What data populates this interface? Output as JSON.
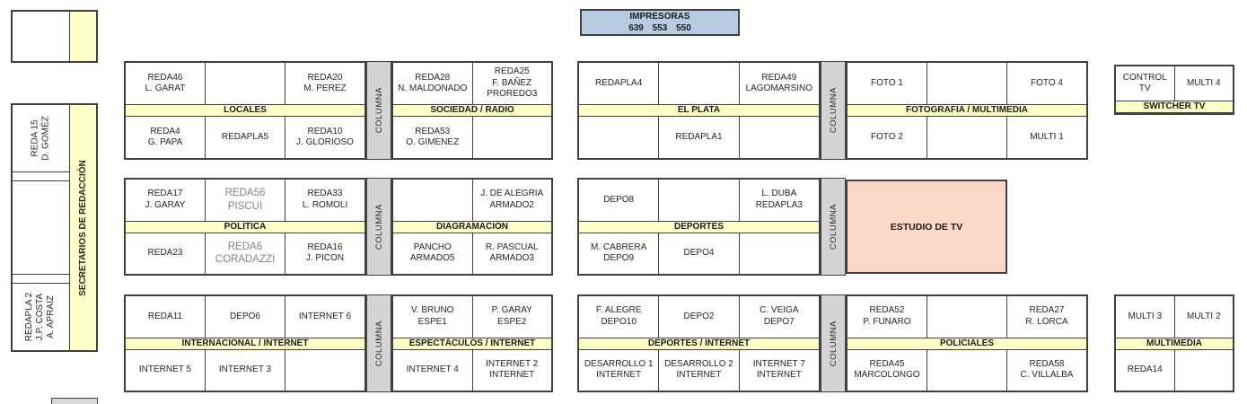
{
  "printer_box": {
    "line1": "IMPRESORAS",
    "line2": "639 553 550"
  },
  "columna_label": "COLUMNA",
  "left_column": {
    "strip_label": "SECRETARIOS DE REDACCIÓN",
    "top_cell": "REDA 15\nD. GOMÉZ",
    "bottom_cell": "REDAPLA 2\nJ.P. COSTA\nA. APRAIZ"
  },
  "estudio_label": "ESTUDIO DE TV",
  "groups": {
    "locales": {
      "label": "LOCALES",
      "top": [
        "REDA46\nL. GARAT",
        "",
        "REDA20\nM. PEREZ"
      ],
      "bottom": [
        "REDA4\nG. PAPA",
        "REDAPLA5",
        "REDA10\nJ. GLORIOSO"
      ]
    },
    "sociedad_radio": {
      "label": "SOCIEDAD / RADIO",
      "top": [
        "REDA28\nN. MALDONADO",
        "REDA25\nF. BAÑEZ\nPROREDO3"
      ],
      "bottom": [
        "REDA53\nO. GIMENEZ",
        ""
      ]
    },
    "el_plata": {
      "label": "EL PLATA",
      "top": [
        "REDAPLA4",
        "",
        "REDA49\nLAGOMARSINO"
      ],
      "bottom": [
        "",
        "REDAPLA1",
        ""
      ]
    },
    "fotografia_multimedia": {
      "label": "FOTOGRAFÍA / MULTIMEDIA",
      "top": [
        "FOTO 1",
        "",
        "FOTO 4"
      ],
      "bottom": [
        "FOTO 2",
        "",
        "MULTI 1"
      ]
    },
    "switcher_tv": {
      "label": "SWITCHER TV",
      "top": [
        "CONTROL TV",
        "MULTI 4"
      ]
    },
    "politica": {
      "label": "POLÍTICA",
      "top": [
        "REDA17\nJ. GARAY",
        "REDA56\nPISCUI",
        "REDA33\nL. ROMOLI"
      ],
      "bottom": [
        "REDA23",
        "REDA6\nCORADAZZI",
        "REDA16\nJ. PICON"
      ]
    },
    "diagramacion": {
      "label": "DIAGRAMACIÓN",
      "top": [
        "",
        "J. DE ALEGRIA\nARMADO2"
      ],
      "bottom": [
        "PANCHO\nARMADO5",
        "R. PASCUAL\nARMADO3"
      ]
    },
    "deportes": {
      "label": "DEPORTES",
      "top": [
        "DEPO8",
        "",
        "L. DUBA\nREDAPLA3"
      ],
      "bottom": [
        "M. CABRERA\nDEPO9",
        "DEPO4",
        ""
      ]
    },
    "internacional_internet": {
      "label": "INTERNACIONAL / INTERNET",
      "top": [
        "REDA11",
        "DEPO6",
        "INTERNET 6"
      ],
      "bottom": [
        "INTERNET 5",
        "INTERNET 3",
        ""
      ]
    },
    "espectaculos_internet": {
      "label": "ESPECTÁCULOS / INTERNET",
      "top": [
        "V. BRUNO\nESPE1",
        "P. GARAY\nESPE2"
      ],
      "bottom": [
        "INTERNET 4",
        "INTERNET 2\nINTERNET"
      ]
    },
    "deportes_internet": {
      "label": "DEPORTES / INTERNET",
      "top": [
        "F. ALEGRE\nDEPO10",
        "DEPO2",
        "C. VEIGA\nDEPO7"
      ],
      "bottom": [
        "DESARROLLO 1\nINTERNET",
        "DESARROLLO 2\nINTERNET",
        "INTERNET 7\nINTERNET"
      ]
    },
    "policiales": {
      "label": "POLICIALES",
      "top": [
        "REDA52\nP. FUNARO",
        "",
        "REDA27\nR. LORCA"
      ],
      "bottom": [
        "REDA45\nMARCOLONGO",
        "",
        "REDA58\nC. VILLALBA"
      ]
    },
    "multimedia": {
      "label": "MULTIMEDIA",
      "top": [
        "MULTI 3",
        "MULTI 2"
      ],
      "bottom": [
        "REDA14",
        ""
      ]
    }
  },
  "colors": {
    "band_yellow": "#FFFFC8",
    "columna_gray": "#D4D4D4",
    "printer_blue": "#B7CCE2",
    "estudio_pink": "#FCD7C8",
    "border": "#404040"
  }
}
